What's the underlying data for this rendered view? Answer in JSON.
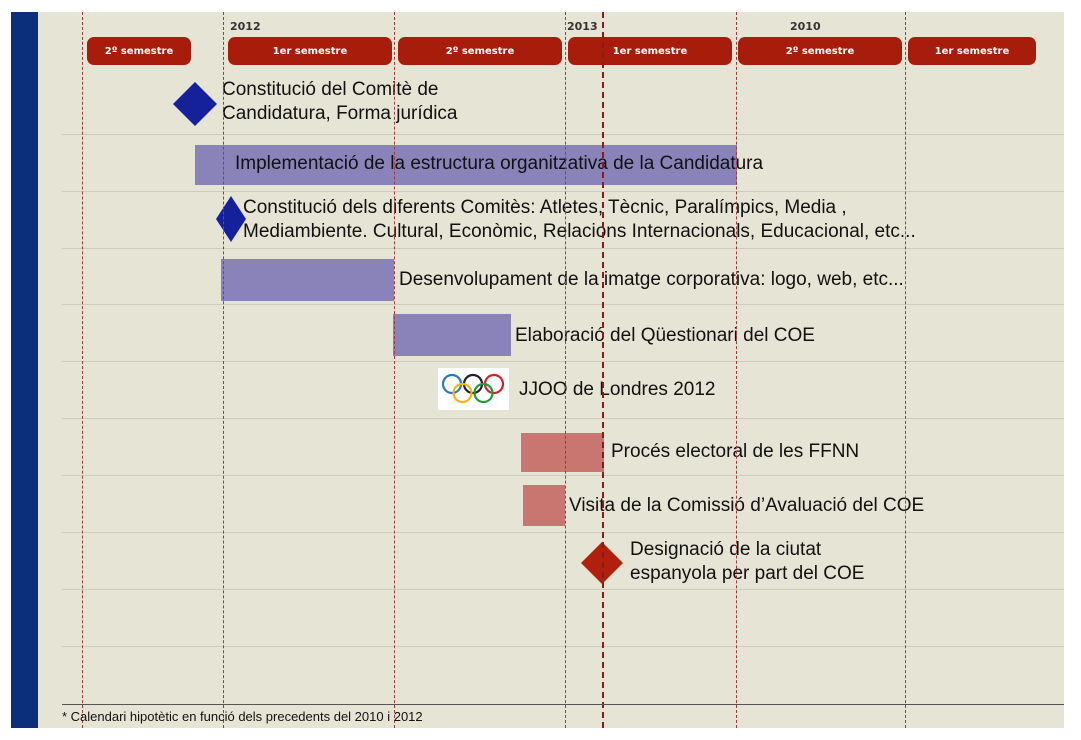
{
  "colors": {
    "left_bar": "#0b2f7a",
    "panel": "#e6e4d5",
    "semester_pill": "#a81c0c",
    "purple_bar": "#8983b9",
    "red_bar": "#c97570",
    "blue_diamond": "#14219a",
    "red_diamond": "#b0200d"
  },
  "years": [
    "2012",
    "2013",
    "2010"
  ],
  "semesters": [
    "2º semestre",
    "1er semestre",
    "2º semestre",
    "1er semestre",
    "2º semestre",
    "1er semestre"
  ],
  "tasks": [
    {
      "label_lines": [
        "Constitució del Comitè de",
        "Candidatura, Forma jurídica"
      ],
      "marker": "blue-diamond"
    },
    {
      "label_lines": [
        "Implementació de la estructura organitzativa de la Candidatura"
      ],
      "marker": "purple-bar"
    },
    {
      "label_lines": [
        "Constitució dels diferents Comitès: Atletes, Tècnic, Paralímpics, Media ,",
        "Mediambiente. Cultural, Econòmic, Relacions Internacionals, Educacional, etc..."
      ],
      "marker": "blue-diamond"
    },
    {
      "label_lines": [
        "Desenvolupament de la imatge corporativa: logo, web, etc..."
      ],
      "marker": "purple-bar"
    },
    {
      "label_lines": [
        "Elaboració del Qüestionari del COE"
      ],
      "marker": "purple-bar"
    },
    {
      "label_lines": [
        "JJOO de Londres 2012"
      ],
      "marker": "olympic-rings"
    },
    {
      "label_lines": [
        "Procés electoral de les FFNN"
      ],
      "marker": "red-bar"
    },
    {
      "label_lines": [
        "Visita de la Comissió d’Avaluació del COE"
      ],
      "marker": "red-bar"
    },
    {
      "label_lines": [
        "Designació de la ciutat",
        "espanyola per part del COE"
      ],
      "marker": "red-diamond"
    }
  ],
  "footnote": "* Calendari hipotètic en funció dels precedents del 2010 i 2012"
}
